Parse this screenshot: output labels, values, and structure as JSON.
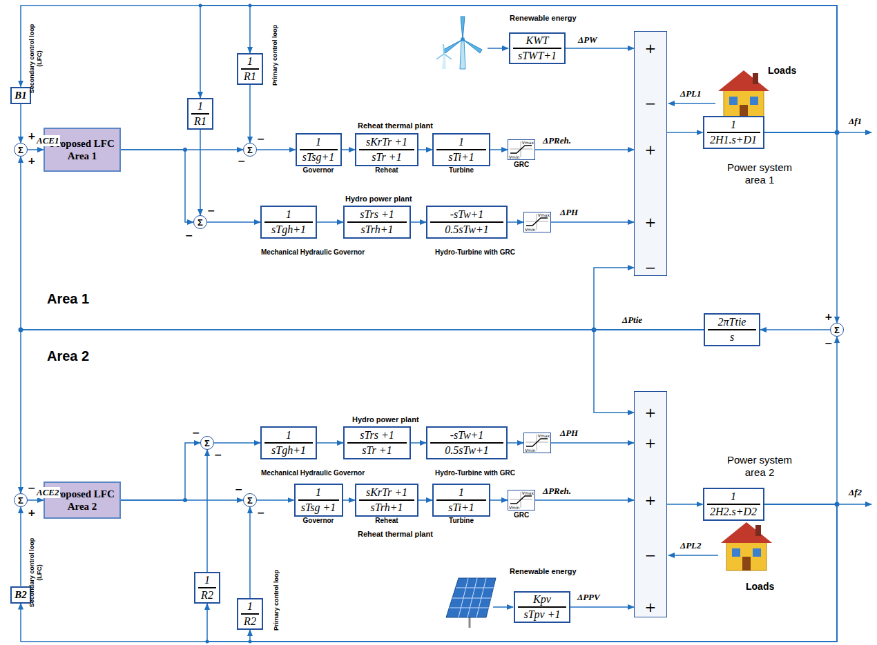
{
  "diagram": {
    "nodes": [
      {
        "text": [
          "B1"
        ]
      },
      {
        "text": [
          "1",
          "R1"
        ]
      },
      {
        "text": [
          "1",
          "R1"
        ]
      },
      {
        "text": [
          "Σ"
        ]
      },
      {
        "text": [
          "Proposed LFC Area 1"
        ]
      },
      {
        "text": [
          "Σ"
        ]
      },
      {
        "text": [
          "1",
          "sTsg+1",
          "Governor"
        ]
      },
      {
        "text": [
          "sKrTr +1",
          "sTr +1",
          "Reheat"
        ]
      },
      {
        "text": [
          "1",
          "sTi+1",
          "Turbine"
        ]
      },
      {
        "text": [
          "Vmax",
          "Vmin",
          "GRC"
        ]
      },
      {
        "text": [
          "Σ"
        ]
      },
      {
        "text": [
          "1",
          "sTgh+1"
        ]
      },
      {
        "text": [
          "sTrs +1",
          "sTrh+1"
        ]
      },
      {
        "text": [
          "-sTw+1",
          "0.5sTw+1"
        ]
      },
      {
        "text": [
          "Vmax",
          "Vmin"
        ]
      },
      {
        "text": [
          "KWT",
          "sTWT+1"
        ]
      },
      {
        "text": [
          "+",
          "−",
          "+",
          "+",
          "−"
        ]
      },
      {
        "text": [
          "1",
          "2H1.s+D1"
        ]
      },
      {
        "text": [
          "2πTtie",
          "s"
        ]
      },
      {
        "text": [
          "Σ"
        ]
      },
      {
        "text": [
          "Σ"
        ]
      },
      {
        "text": [
          "Proposed LFC Area 2"
        ]
      },
      {
        "text": [
          "B2"
        ]
      },
      {
        "text": [
          "1",
          "R2"
        ]
      },
      {
        "text": [
          "1",
          "R2"
        ]
      },
      {
        "text": [
          "Σ"
        ]
      },
      {
        "text": [
          "1",
          "sTgh+1"
        ]
      },
      {
        "text": [
          "sTrs +1",
          "sTr +1"
        ]
      },
      {
        "text": [
          "-sTw+1",
          "0.5sTw+1"
        ]
      },
      {
        "text": [
          "Vmax",
          "Vmin"
        ]
      },
      {
        "text": [
          "Σ"
        ]
      },
      {
        "text": [
          "1",
          "sTsg +1",
          "Governor"
        ]
      },
      {
        "text": [
          "sKrTr +1",
          "sTrh+1",
          "Reheat"
        ]
      },
      {
        "text": [
          "1",
          "sTi+1",
          "Turbine"
        ]
      },
      {
        "text": [
          "Vmax",
          "Vmin",
          "GRC"
        ]
      },
      {
        "text": [
          "Kpv",
          "sTpv +1"
        ]
      },
      {
        "text": [
          "+",
          "+",
          "+",
          "−",
          "+"
        ]
      },
      {
        "text": [
          "1",
          "2H2.s+D2"
        ]
      }
    ],
    "edges": [
      {
        "from": 0,
        "to": 3,
        "arrow": "to"
      },
      {
        "from": 3,
        "to": 4,
        "arrow": "to"
      },
      {
        "from": 4,
        "to": 5,
        "arrow": "to"
      },
      {
        "from": 4,
        "to": 10,
        "arrow": "to"
      },
      {
        "from": 1,
        "to": 10,
        "arrow": "to"
      },
      {
        "from": 2,
        "to": 5,
        "arrow": "to"
      },
      {
        "from": 5,
        "to": 6,
        "arrow": "to"
      },
      {
        "from": 6,
        "to": 7,
        "arrow": "to"
      },
      {
        "from": 7,
        "to": 8,
        "arrow": "to"
      },
      {
        "from": 8,
        "to": 9,
        "arrow": "to"
      },
      {
        "from": 9,
        "to": 16,
        "arrow": "to"
      },
      {
        "from": 10,
        "to": 11,
        "arrow": "to"
      },
      {
        "from": 11,
        "to": 12,
        "arrow": "to"
      },
      {
        "from": 12,
        "to": 13,
        "arrow": "to"
      },
      {
        "from": 13,
        "to": 14,
        "arrow": "to"
      },
      {
        "from": 14,
        "to": 16,
        "arrow": "to"
      },
      {
        "from": 15,
        "to": 16,
        "arrow": "to"
      },
      {
        "from": 16,
        "to": 17,
        "arrow": "to"
      },
      {
        "from": 17,
        "to": 19,
        "arrow": "to"
      },
      {
        "from": 17,
        "to": 0,
        "arrow": "to"
      },
      {
        "from": 17,
        "to": 1,
        "arrow": "to"
      },
      {
        "from": 17,
        "to": 2,
        "arrow": "to"
      },
      {
        "from": 19,
        "to": 18,
        "arrow": "to"
      },
      {
        "from": 18,
        "to": 16,
        "arrow": "to"
      },
      {
        "from": 18,
        "to": 36,
        "arrow": "to"
      },
      {
        "from": 18,
        "to": 3,
        "arrow": "to"
      },
      {
        "from": 18,
        "to": 20,
        "arrow": "to"
      },
      {
        "from": 22,
        "to": 20,
        "arrow": "to"
      },
      {
        "from": 20,
        "to": 21,
        "arrow": "to"
      },
      {
        "from": 21,
        "to": 30,
        "arrow": "to"
      },
      {
        "from": 21,
        "to": 25,
        "arrow": "to"
      },
      {
        "from": 23,
        "to": 25,
        "arrow": "to"
      },
      {
        "from": 24,
        "to": 30,
        "arrow": "to"
      },
      {
        "from": 30,
        "to": 31,
        "arrow": "to"
      },
      {
        "from": 31,
        "to": 32,
        "arrow": "to"
      },
      {
        "from": 32,
        "to": 33,
        "arrow": "to"
      },
      {
        "from": 33,
        "to": 34,
        "arrow": "to"
      },
      {
        "from": 34,
        "to": 36,
        "arrow": "to"
      },
      {
        "from": 25,
        "to": 26,
        "arrow": "to"
      },
      {
        "from": 26,
        "to": 27,
        "arrow": "to"
      },
      {
        "from": 27,
        "to": 28,
        "arrow": "to"
      },
      {
        "from": 28,
        "to": 29,
        "arrow": "to"
      },
      {
        "from": 29,
        "to": 36,
        "arrow": "to"
      },
      {
        "from": 35,
        "to": 36,
        "arrow": "to"
      },
      {
        "from": 36,
        "to": 37,
        "arrow": "to"
      },
      {
        "from": 37,
        "to": 19,
        "arrow": "to"
      },
      {
        "from": 37,
        "to": 22,
        "arrow": "to"
      },
      {
        "from": 37,
        "to": 23,
        "arrow": "to"
      },
      {
        "from": 37,
        "to": 24,
        "arrow": "to"
      }
    ],
    "labels": [
      "Secondary control loop (LFC)",
      "Primary control loop",
      "Renewable energy",
      "Reheat thermal plant",
      "Hydro power plant",
      "Mechanical Hydraulic Governor",
      "Hydro-Turbine with GRC",
      "Loads",
      "ΔPW",
      "ΔPL1",
      "ΔPReh.",
      "ΔPH",
      "Δf1",
      "Power system area 1",
      "Area 1",
      "ΔPtie",
      "Area 2",
      "Hydro power plant",
      "Mechanical Hydraulic Governor",
      "Hydro-Turbine with GRC",
      "ΔPH",
      "Power system area 2",
      "Δf2",
      "ΔPReh.",
      "Reheat thermal plant",
      "Renewable energy",
      "ΔPL2",
      "Loads",
      "ΔPPV",
      "Secondary control loop (LFC)",
      "Primary control loop",
      "+",
      "ACE1",
      "+",
      "−",
      "−",
      "−",
      "−",
      "−",
      "ACE2",
      "+",
      "−",
      "−",
      "−",
      "−",
      "+",
      "−"
    ]
  }
}
